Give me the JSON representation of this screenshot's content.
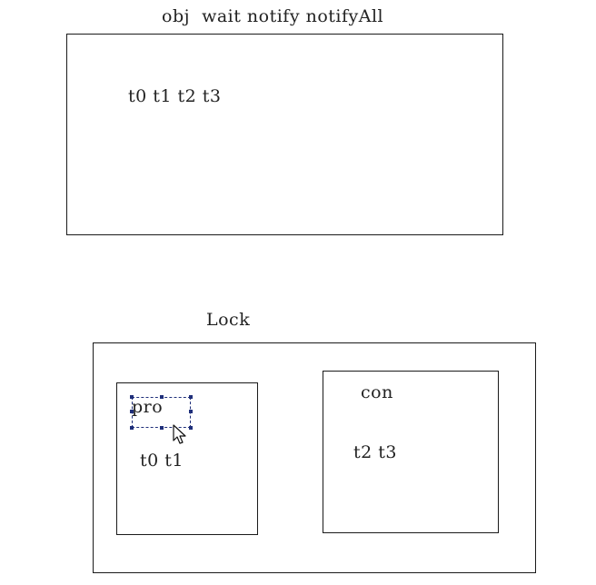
{
  "top_section": {
    "title": "obj  wait notify notifyAll",
    "threads": "t0 t1 t2 t3"
  },
  "lock_section": {
    "title": "Lock",
    "producer": {
      "label": "pro",
      "threads": "t0 t1"
    },
    "consumer": {
      "label": "con",
      "threads": "t2 t3"
    }
  },
  "icons": {
    "cursor": "arrow-cursor-icon"
  },
  "colors": {
    "stroke": "#1a1a1a",
    "selection": "#1f2f7a",
    "background": "#ffffff"
  }
}
